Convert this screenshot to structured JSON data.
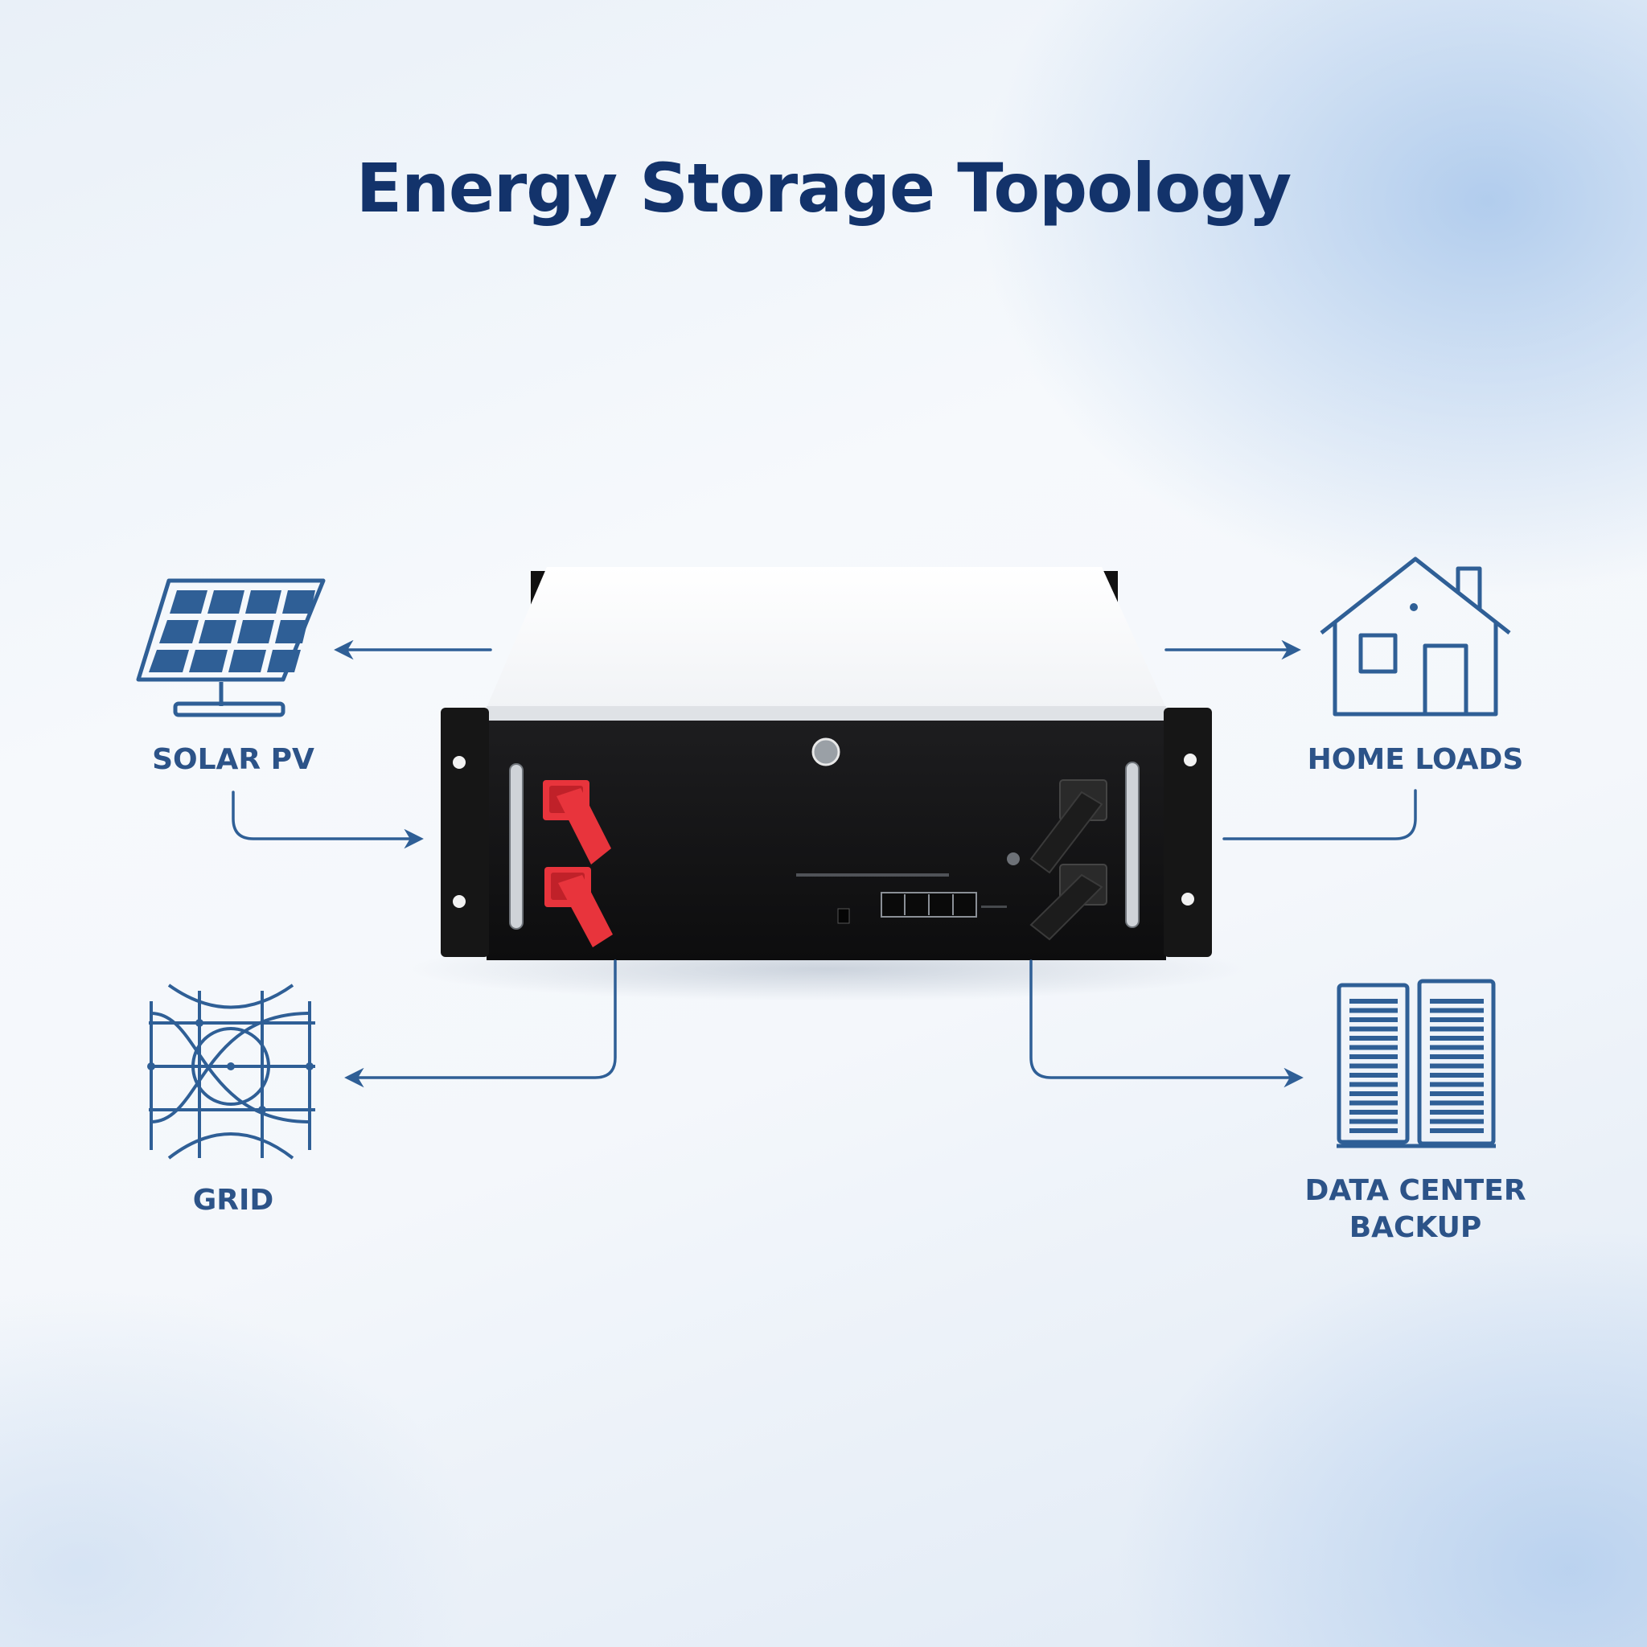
{
  "title": "Energy Storage Topology",
  "nodes": {
    "solar": {
      "label": "SOLAR PV",
      "icon": "solar-panel-icon"
    },
    "home": {
      "label": "HOME LOADS",
      "icon": "house-icon"
    },
    "grid": {
      "label": "GRID",
      "icon": "grid-network-icon"
    },
    "datacenter": {
      "label_line1": "DATA CENTER",
      "label_line2": "BACKUP",
      "icon": "server-rack-icon"
    }
  },
  "colors": {
    "title": "#13336b",
    "line": "#2f5f96",
    "icon": "#2f5f96",
    "label": "#2c5388",
    "terminal_positive": "#e8343c",
    "terminal_negative": "#1a1a1a",
    "battery_body": "#141414",
    "battery_top": "#ffffff"
  }
}
